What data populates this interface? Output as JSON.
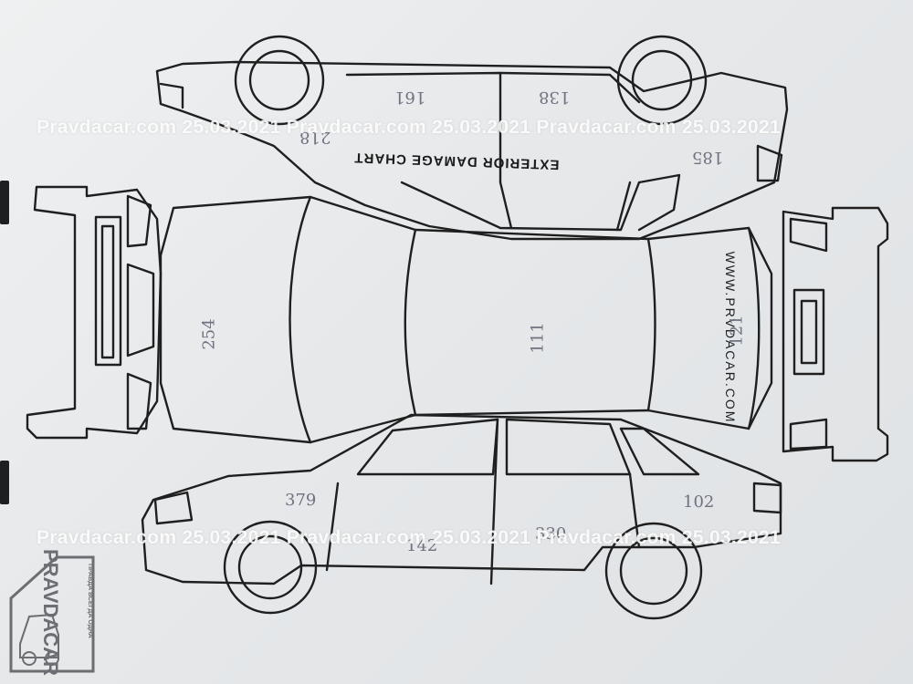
{
  "chart": {
    "title": "EXTERIOR DAMAGE CHART",
    "side_url": "WWW.PRVDACAR.COM"
  },
  "paint_readings": {
    "roof": "111",
    "hood": "254",
    "trunk_lid": "121",
    "front_door_right": "161",
    "rear_door_right": "138",
    "front_fender_right": "218",
    "rear_fender_right": "185",
    "front_fender_left": "379",
    "front_door_left": "142",
    "rear_door_left": "330",
    "rear_fender_left": "102"
  },
  "watermark": {
    "text": "Pravdacar.com 25.03.2021 Pravdacar.com 25.03.2021 Pravdacar.com 25.03.2021"
  },
  "logo": {
    "name": "PRAVDACAR",
    "slogan": "ПРАВДА ВСЕГДА ОДНА"
  },
  "colors": {
    "line": "#1f1f1f",
    "pen": "#6f7280",
    "watermark": "#ffffff"
  }
}
